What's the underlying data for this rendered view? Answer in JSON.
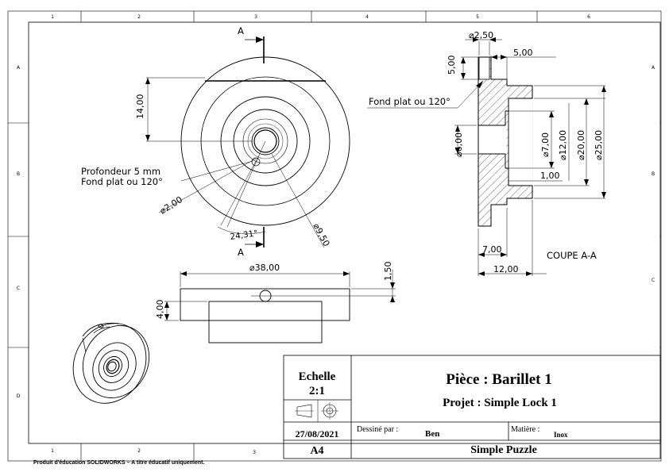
{
  "border": {
    "top_columns": [
      "1",
      "2",
      "3",
      "4",
      "5",
      "6"
    ],
    "bottom_columns": [
      "1",
      "2",
      "3"
    ],
    "rows": [
      "A",
      "B",
      "C",
      "D"
    ]
  },
  "views": {
    "section_marker": "A",
    "section_caption": "COUPE A-A",
    "front": {
      "dim_height_top": "14,00",
      "note_depth": "Profondeur 5 mm",
      "note_flat": "Fond plat ou 120°",
      "dim_hole": "⌀2,00",
      "dim_angle": "24,31°",
      "dim_bore": "⌀9,50"
    },
    "section": {
      "dim_pin_dia": "⌀2,50",
      "dim_pin_depth": "5,00",
      "dim_step": "5,00",
      "note_flat": "Fond plat ou 120°",
      "dim_6": "⌀6,00",
      "dim_7": "⌀7,00",
      "dim_12": "⌀12,00",
      "dim_20": "⌀20,00",
      "dim_25": "⌀25,00",
      "dim_1": "1,00",
      "dim_len7": "7,00",
      "dim_len12": "12,00"
    },
    "top": {
      "dim_diameter": "⌀38,00",
      "dim_offset": "1,50",
      "dim_thickness": "4,00"
    }
  },
  "title_block": {
    "scale_label": "Echelle",
    "scale_value": "2:1",
    "date": "27/08/2021",
    "format": "A4",
    "part_title": "Pièce : Barillet 1",
    "project_title": "Projet : Simple Lock 1",
    "drawn_by_label": "Dessiné par :",
    "drawn_by": "Ben",
    "material_label": "Matière :",
    "material": "Inox",
    "footer": "Simple Puzzle"
  },
  "edu_notice": "Produit d'éducation SOLIDWORKS – A titre éducatif uniquement."
}
